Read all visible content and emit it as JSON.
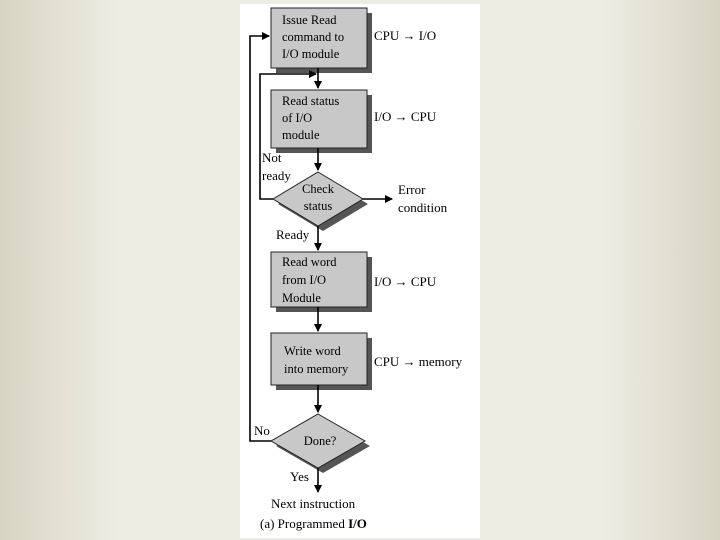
{
  "diagram": {
    "caption_prefix": "(a) Programmed ",
    "caption_bold": "I/O",
    "boxes": {
      "issue_read": [
        "Issue Read",
        "command to",
        "I/O module"
      ],
      "read_status": [
        "Read status",
        "of I/O",
        "module"
      ],
      "read_word": [
        "Read word",
        "from I/O",
        "Module"
      ],
      "write_word": [
        "Write word",
        "into memory"
      ]
    },
    "decisions": {
      "check_status": [
        "Check",
        "status"
      ],
      "done": "Done?"
    },
    "side_labels": {
      "issue_read": "CPU → I/O",
      "read_status": "I/O → CPU",
      "read_word": "I/O → CPU",
      "write_word": "CPU → memory"
    },
    "branch_labels": {
      "not_ready": [
        "Not",
        "ready"
      ],
      "error": [
        "Error",
        "condition"
      ],
      "ready": "Ready",
      "no": "No",
      "yes": "Yes",
      "next": "Next instruction"
    }
  }
}
